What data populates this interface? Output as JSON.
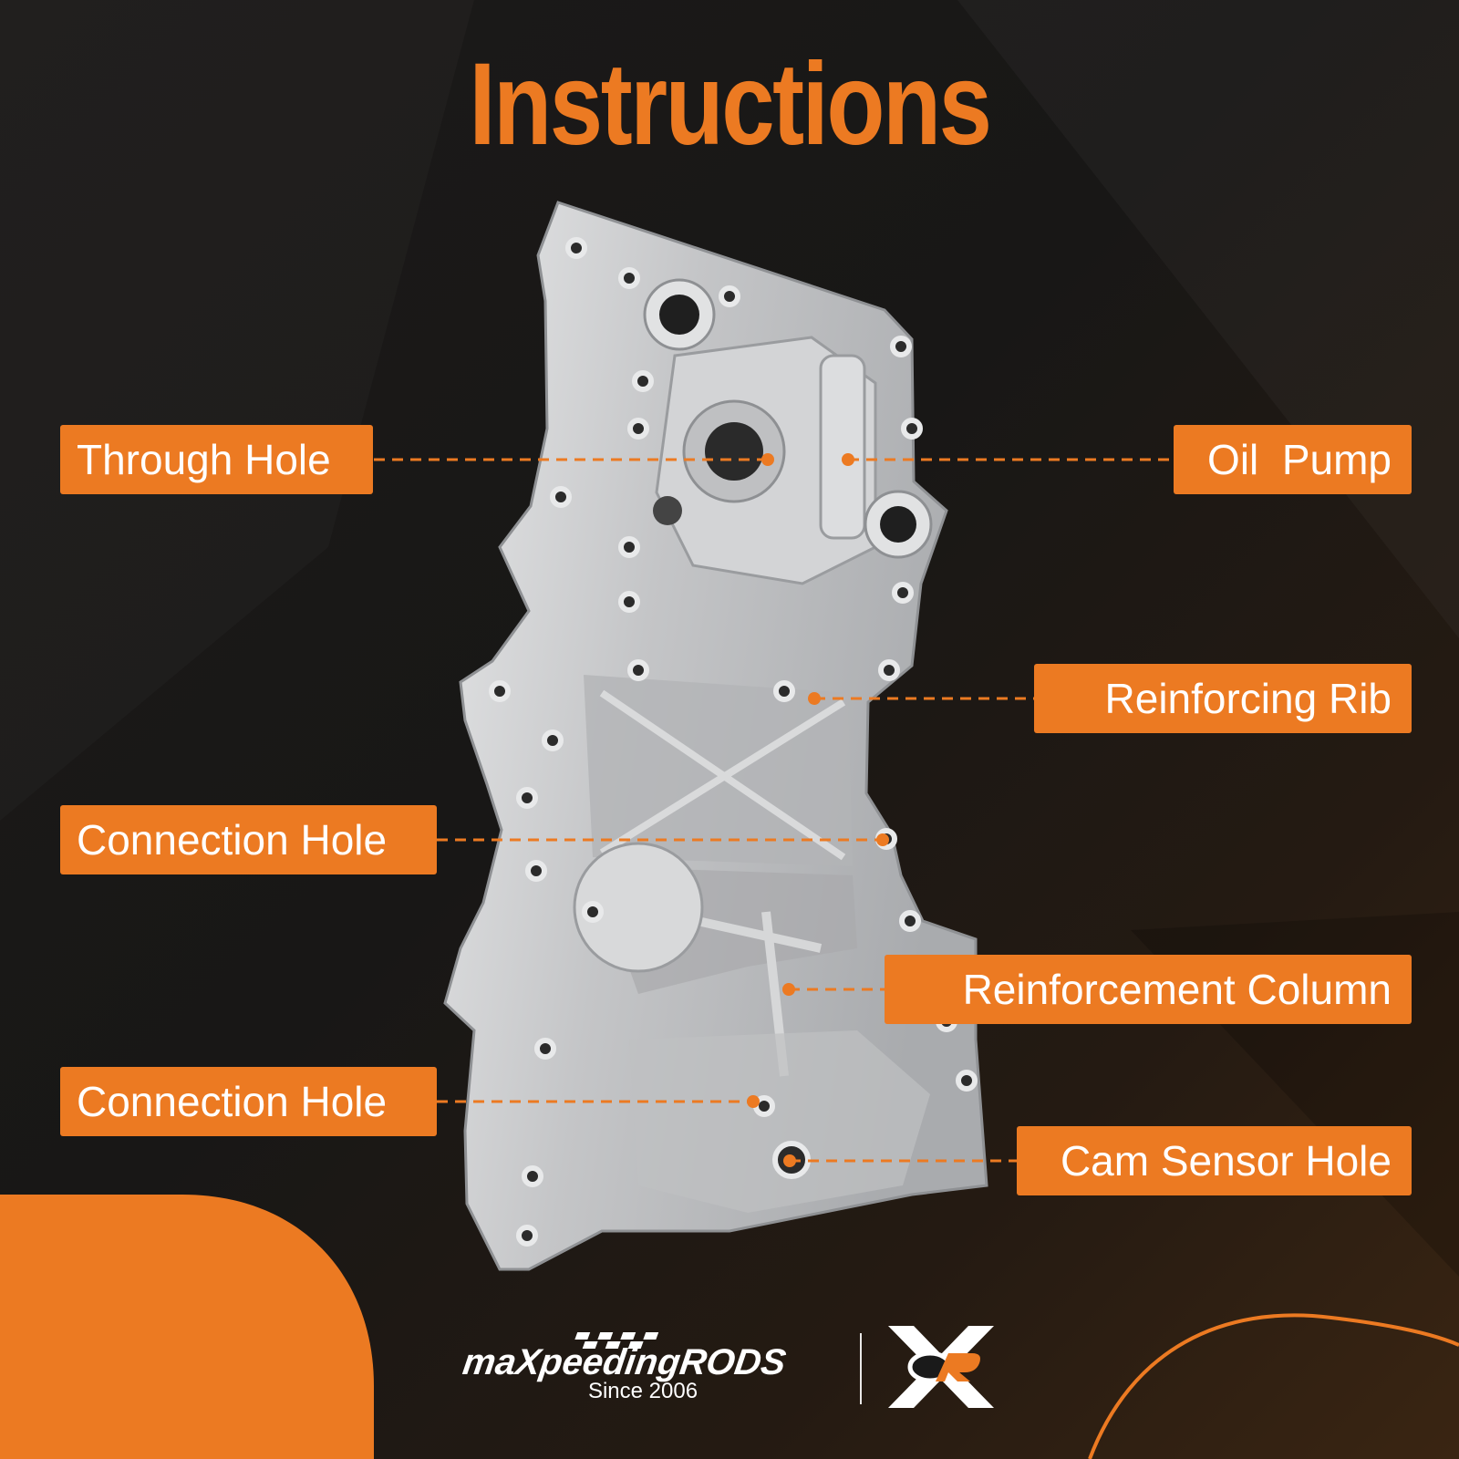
{
  "title": "Instructions",
  "colors": {
    "accent": "#ec7a22",
    "background": "#1b1a19",
    "label_text": "#ffffff",
    "metal": "#c9cacc"
  },
  "part_image": {
    "icon": "timing-chain-cover-with-oil-pump-icon"
  },
  "callouts": [
    {
      "id": "through-hole",
      "text": "Through Hole",
      "side": "left"
    },
    {
      "id": "oil-pump",
      "text": "Oil  Pump",
      "side": "right"
    },
    {
      "id": "reinforcing-rib",
      "text": "Reinforcing Rib",
      "side": "right"
    },
    {
      "id": "connection-hole-upper",
      "text": "Connection Hole",
      "side": "left"
    },
    {
      "id": "reinforcement-column",
      "text": "Reinforcement Column",
      "side": "right"
    },
    {
      "id": "connection-hole-lower",
      "text": "Connection Hole",
      "side": "left"
    },
    {
      "id": "cam-sensor-hole",
      "text": "Cam Sensor Hole",
      "side": "right"
    }
  ],
  "brand": {
    "name": "maXpeedingRODS",
    "since": "Since 2006",
    "secondary_logo_icon": "xor-logo-icon"
  }
}
